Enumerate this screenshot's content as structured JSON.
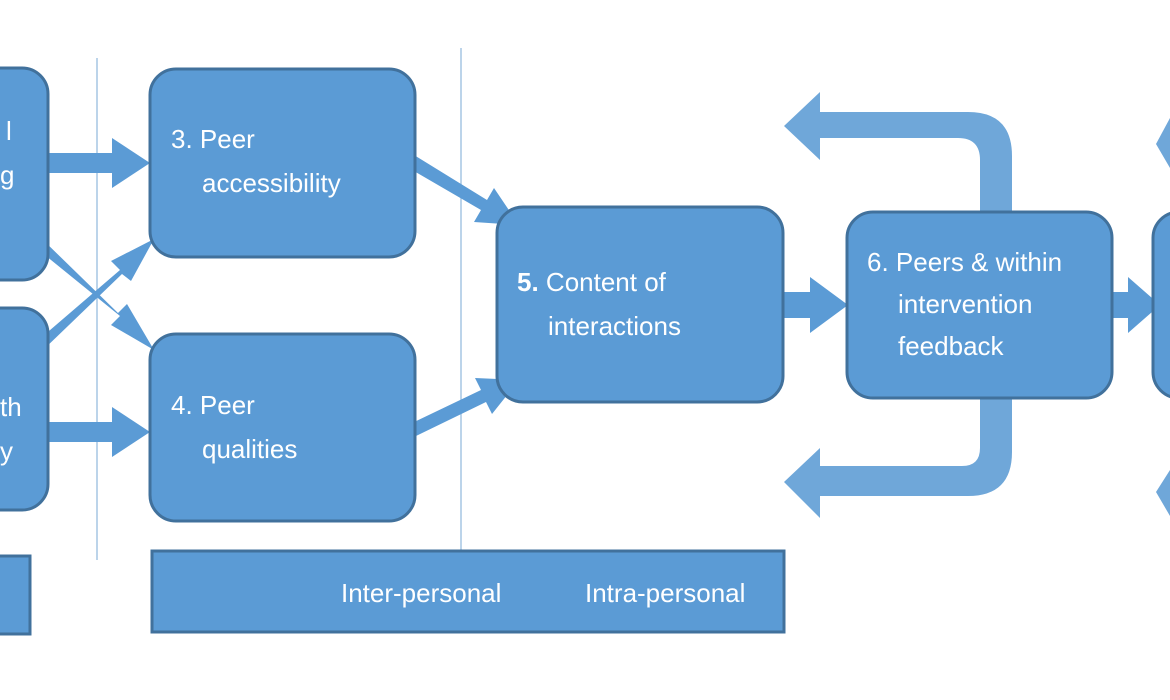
{
  "nodes": {
    "left_top": {
      "line1": "l",
      "line2": "g"
    },
    "left_bottom": {
      "line1": "th",
      "line2": "y"
    },
    "peer_accessibility": {
      "line1": "3. Peer",
      "line2": "accessibility"
    },
    "peer_qualities": {
      "line1": "4. Peer",
      "line2": "qualities"
    },
    "content_of_interactions": {
      "number": "5.",
      "line1": " Content of",
      "line2": "interactions"
    },
    "peers_feedback": {
      "line1": "6. Peers & within",
      "line2": "intervention",
      "line3": "feedback"
    }
  },
  "bottom_bar": {
    "inter_personal": "Inter-personal",
    "intra_personal": "Intra-personal"
  },
  "colors": {
    "box_fill": "#5b9bd5",
    "box_stroke": "#41719c",
    "text": "#ffffff"
  }
}
